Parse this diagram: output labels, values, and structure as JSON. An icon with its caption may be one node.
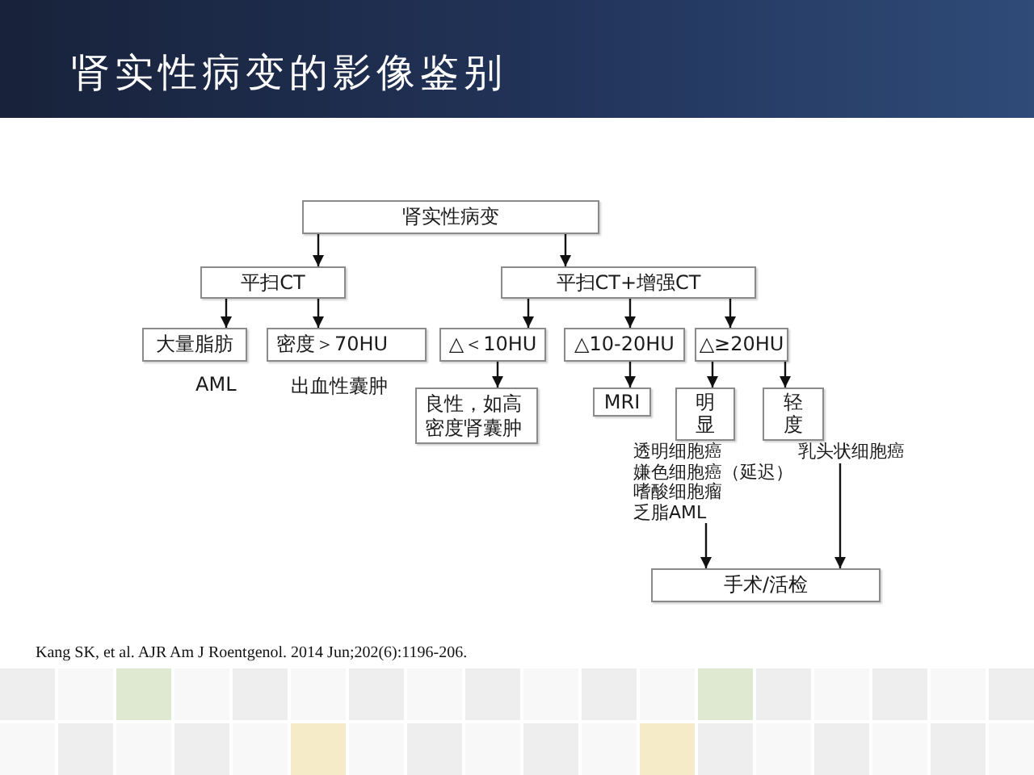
{
  "diagram": {
    "title": "肾实性病变的影像鉴别",
    "nodes": [
      {
        "text": [
          "肾实性病变"
        ]
      },
      {
        "text": [
          "平扫CT"
        ]
      },
      {
        "text": [
          "平扫CT+增强CT"
        ]
      },
      {
        "text": [
          "大量脂肪"
        ],
        "beside": [
          "AML"
        ]
      },
      {
        "text": [
          "密度＞70HU"
        ],
        "beside": [
          "出血性囊肿"
        ]
      },
      {
        "text": [
          "△＜10HU"
        ]
      },
      {
        "text": [
          "△10-20HU"
        ]
      },
      {
        "text": [
          "△≥20HU"
        ]
      },
      {
        "text": [
          "良性，如高密度肾囊肿"
        ]
      },
      {
        "text": [
          "MRI"
        ]
      },
      {
        "text": [
          "明显"
        ]
      },
      {
        "text": [
          "轻度"
        ]
      },
      {
        "text": [
          "透明细胞癌",
          "嫌色细胞癌（延迟）",
          "嗜酸细胞瘤",
          "乏脂AML"
        ]
      },
      {
        "text": [
          "乳头状细胞癌"
        ]
      },
      {
        "text": [
          "手术/活检"
        ]
      }
    ],
    "edges": [
      {
        "from": 0,
        "to": 1,
        "arrow": "to"
      },
      {
        "from": 0,
        "to": 2,
        "arrow": "to"
      },
      {
        "from": 1,
        "to": 3,
        "arrow": "to"
      },
      {
        "from": 1,
        "to": 4,
        "arrow": "to"
      },
      {
        "from": 2,
        "to": 5,
        "arrow": "to"
      },
      {
        "from": 2,
        "to": 6,
        "arrow": "to"
      },
      {
        "from": 2,
        "to": 7,
        "arrow": "to"
      },
      {
        "from": 5,
        "to": 8,
        "arrow": "to"
      },
      {
        "from": 6,
        "to": 9,
        "arrow": "to"
      },
      {
        "from": 7,
        "to": 10,
        "arrow": "to"
      },
      {
        "from": 7,
        "to": 11,
        "arrow": "to"
      },
      {
        "from": 12,
        "to": 14,
        "arrow": "to"
      },
      {
        "from": 13,
        "to": 14,
        "arrow": "to"
      }
    ],
    "labels": [
      "Kang SK, et al. AJR Am J Roentgenol. 2014 Jun;202(6):1196-206."
    ]
  }
}
